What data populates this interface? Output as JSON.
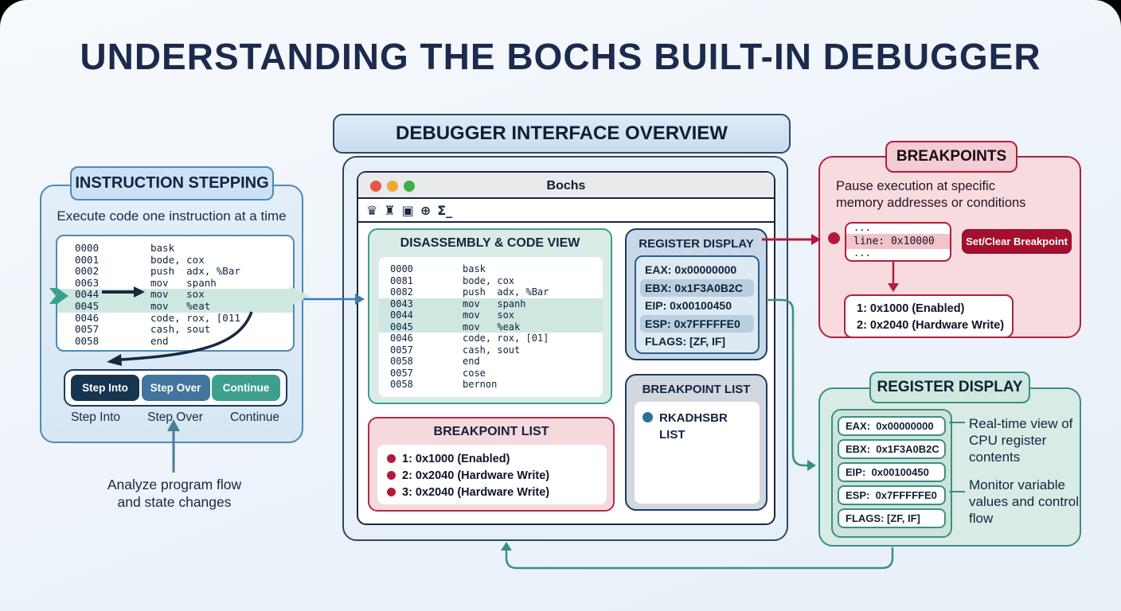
{
  "title": "UNDERSTANDING THE BOCHS BUILT-IN DEBUGGER",
  "instruction_stepping": {
    "heading": "INSTRUCTION STEPPING",
    "subtitle": "Execute code one instruction at a time",
    "code_rows": [
      {
        "addr": "0000",
        "text": "bask",
        "hl": false
      },
      {
        "addr": "0001",
        "text": "bode, cox",
        "hl": false
      },
      {
        "addr": "0002",
        "text": "push  adx, %Bar",
        "hl": false
      },
      {
        "addr": "0063",
        "text": "mov   spanh",
        "hl": false
      },
      {
        "addr": "0044",
        "text": "mov   sox",
        "hl": true
      },
      {
        "addr": "0045",
        "text": "mov   %eat",
        "hl": true
      },
      {
        "addr": "0046",
        "text": "code, rox, [011",
        "hl": false
      },
      {
        "addr": "0057",
        "text": "cash, sout",
        "hl": false
      },
      {
        "addr": "0058",
        "text": "end",
        "hl": false
      }
    ],
    "buttons": [
      {
        "label": "Step Into"
      },
      {
        "label": "Step Over"
      },
      {
        "label": "Continue"
      }
    ],
    "captions": [
      "Step Into",
      "Step Over",
      "Continue"
    ],
    "note": "Analyze program flow\nand state changes"
  },
  "overview": {
    "heading": "DEBUGGER INTERFACE OVERVIEW",
    "window_title": "Bochs",
    "toolbar_icons": [
      {
        "name": "figure-icon",
        "glyph": "♛"
      },
      {
        "name": "chip-icon",
        "glyph": "♜"
      },
      {
        "name": "sparkle-square-icon",
        "glyph": "▣"
      },
      {
        "name": "globe-icon",
        "glyph": "⊕"
      },
      {
        "name": "terminal-icon",
        "glyph": "Σ_"
      }
    ],
    "disassembly": {
      "heading": "DISASSEMBLY & CODE VIEW",
      "rows": [
        {
          "addr": "0000",
          "text": "bask",
          "hl": false
        },
        {
          "addr": "0081",
          "text": "bode, cox",
          "hl": false
        },
        {
          "addr": "0082",
          "text": "push  adx, %Bar",
          "hl": false
        },
        {
          "addr": "0043",
          "text": "mov   spanh",
          "hl": true
        },
        {
          "addr": "0044",
          "text": "mov   sox",
          "hl": true
        },
        {
          "addr": "0045",
          "text": "mov   %eak",
          "hl": true
        },
        {
          "addr": "0046",
          "text": "code, rox, [01]",
          "hl": false
        },
        {
          "addr": "0057",
          "text": "cash, sout",
          "hl": false
        },
        {
          "addr": "0058",
          "text": "end",
          "hl": false
        },
        {
          "addr": "0057",
          "text": "cose",
          "hl": false
        },
        {
          "addr": "0058",
          "text": "bernon",
          "hl": false
        }
      ]
    },
    "register_display": {
      "heading": "REGISTER DISPLAY",
      "rows": [
        {
          "text": "EAX: 0x00000000",
          "hl": false
        },
        {
          "text": "EBX: 0x1F3A0B2C",
          "hl": true
        },
        {
          "text": "EIP: 0x00100450",
          "hl": false
        },
        {
          "text": "ESP: 0x7FFFFFE0",
          "hl": true
        },
        {
          "text": "FLAGS: [ZF, IF]",
          "hl": false
        }
      ]
    },
    "breakpoint_list": {
      "heading": "BREAKPOINT LIST",
      "items": [
        "1: 0x1000 (Enabled)",
        "2: 0x2040 (Hardware Write)",
        "3: 0x2040 (Hardware Write)"
      ]
    },
    "breakpoint_list_2": {
      "heading": "BREAKPOINT LIST",
      "items": [
        "RKADHSBR LIST"
      ]
    }
  },
  "breakpoints_panel": {
    "heading": "BREAKPOINTS",
    "description": "Pause execution at specific\nmemory addresses or conditions",
    "code_box": {
      "line1": "...",
      "line2": "line: 0x10000",
      "line3": "..."
    },
    "button_label": "Set/Clear Breakpoint",
    "list": [
      "1: 0x1000 (Enabled)",
      "2: 0x2040 (Hardware Write)"
    ]
  },
  "register_panel": {
    "heading": "REGISTER DISPLAY",
    "registers": [
      {
        "text": "EAX:  0x00000000"
      },
      {
        "text": "EBX:  0x1F3A0B2C"
      },
      {
        "text": "EIP:  0x00100450"
      },
      {
        "text": "ESP:  0x7FFFFFE0"
      },
      {
        "text": "FLAGS: [ZF, IF]"
      }
    ],
    "annotation_1": "Real-time view of CPU register contents",
    "annotation_2": "Monitor variable values and control flow"
  },
  "colors": {
    "accent_navy": "#16293f",
    "accent_blue": "#4d8ab5",
    "accent_teal": "#3a8f82",
    "accent_red": "#b0203f",
    "highlight_row": "#cfe7e1",
    "button_step_into": "#173450",
    "button_step_over": "#41759e",
    "button_continue": "#3f9f8f",
    "button_set_clear": "#a50f2f",
    "traffic_red": "#e8564a",
    "traffic_yellow": "#f0a832",
    "traffic_green": "#3fae47"
  }
}
